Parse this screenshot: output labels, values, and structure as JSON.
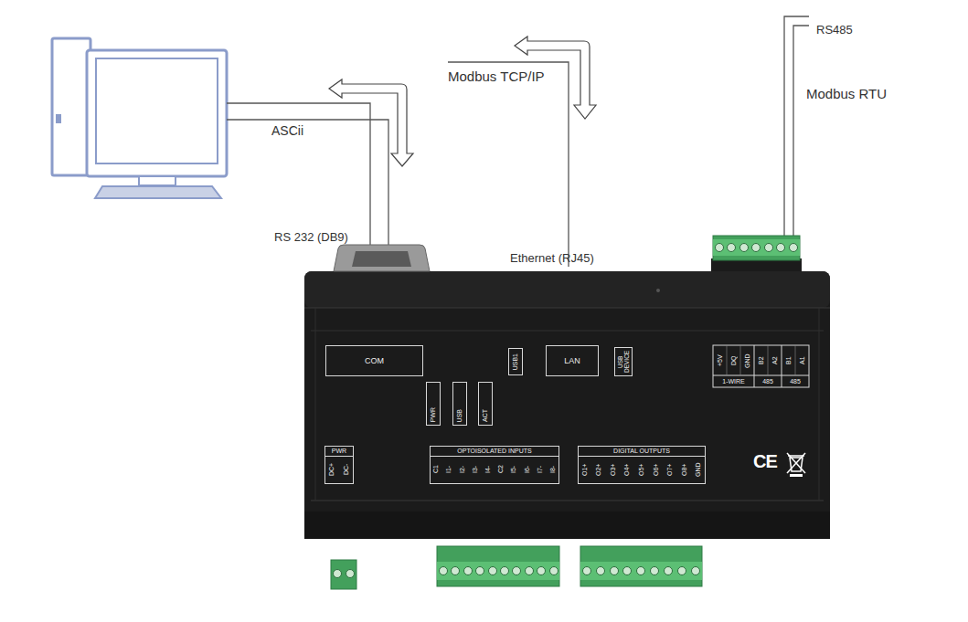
{
  "diagram": {
    "nodes": [
      {
        "text": [
          "COM"
        ]
      },
      {
        "text": [
          "USB1"
        ]
      },
      {
        "text": [
          "LAN"
        ]
      },
      {
        "text": [
          "USB DEVICE"
        ]
      },
      {
        "text": [
          "PWR"
        ]
      },
      {
        "text": [
          "USB"
        ]
      },
      {
        "text": [
          "ACT"
        ]
      },
      {
        "text": [
          "PWR"
        ]
      },
      {
        "text": [
          "OPTOISOLATED INPUTS"
        ]
      },
      {
        "text": [
          "DIGITAL OUTPUTS"
        ]
      }
    ],
    "labels": [
      "ASCii",
      "RS 232 (DB9)",
      "Modbus TCP/IP",
      "Ethernet (RJ45)",
      "RS485",
      "Modbus RTU",
      "DC+",
      "DC-",
      "C1",
      "I1-",
      "I2-",
      "I3-",
      "I4-",
      "C2",
      "I5-",
      "I6-",
      "I7-",
      "I8-",
      "O1+",
      "O2+",
      "O3+",
      "O4+",
      "O5+",
      "O6+",
      "O7+",
      "O8+",
      "GND",
      "+5V",
      "DQ",
      "GND",
      "B2",
      "A2",
      "B1",
      "A1",
      "1-WIRE",
      "485",
      "485",
      "CE"
    ]
  }
}
